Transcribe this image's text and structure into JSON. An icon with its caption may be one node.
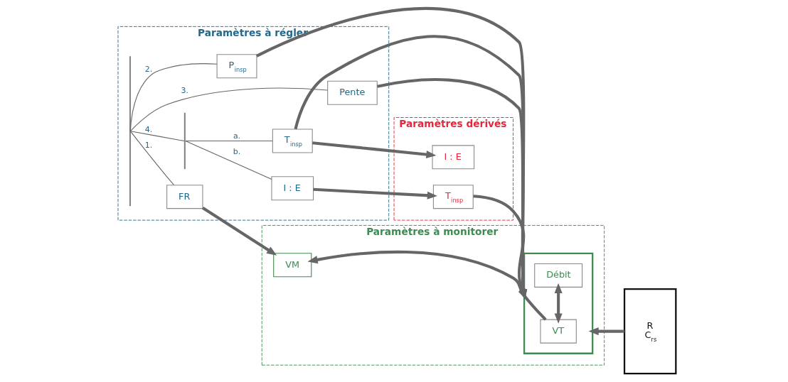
{
  "diagram": {
    "nodes": [
      {
        "text": [
          "Paramètres à régler"
        ]
      },
      {
        "text": [
          "Paramètres dérivés"
        ]
      },
      {
        "text": [
          "Paramètres à monitorer"
        ]
      },
      {
        "text": [],
        "shape": "bar",
        "in": 0
      },
      {
        "text": [
          "FR"
        ],
        "in": 0
      },
      {
        "text": [
          "P$_{insp}$"
        ],
        "in": 0
      },
      {
        "text": [
          "Pente"
        ],
        "in": 0
      },
      {
        "text": [],
        "shape": "bar",
        "in": 0
      },
      {
        "text": [
          "T$_{insp}$"
        ],
        "in": 0
      },
      {
        "text": [
          "I : E"
        ],
        "in": 0
      },
      {
        "text": [
          "I : E"
        ],
        "in": 1
      },
      {
        "text": [
          "T$_{insp}$"
        ],
        "in": 1
      },
      {
        "text": [
          "VM"
        ],
        "in": 2
      },
      {
        "text": [],
        "shape": "box",
        "in": 2
      },
      {
        "text": [
          "VT"
        ],
        "in": 13
      },
      {
        "text": [
          "Débit"
        ],
        "in": 13
      },
      {
        "text": [
          "R",
          "C$_{rs}$"
        ]
      }
    ],
    "edges": [
      {
        "from": 3,
        "to": 4,
        "arrow": "none",
        "label": "1."
      },
      {
        "from": 3,
        "to": 5,
        "arrow": "none",
        "label": "2."
      },
      {
        "from": 3,
        "to": 6,
        "arrow": "none",
        "label": "3."
      },
      {
        "from": 3,
        "to": 7,
        "arrow": "none",
        "label": "4."
      },
      {
        "from": 7,
        "to": 8,
        "arrow": "none",
        "label": "a."
      },
      {
        "from": 7,
        "to": 9,
        "arrow": "none",
        "label": "b."
      },
      {
        "from": 4,
        "to": 12,
        "arrow": "to"
      },
      {
        "from": 5,
        "to": 13,
        "arrow": "to"
      },
      {
        "from": 6,
        "to": 13,
        "arrow": "to"
      },
      {
        "from": 8,
        "to": 13,
        "arrow": "to"
      },
      {
        "from": 8,
        "to": 10,
        "arrow": "to"
      },
      {
        "from": 9,
        "to": 11,
        "arrow": "to"
      },
      {
        "from": 11,
        "to": 13,
        "arrow": "to"
      },
      {
        "from": 14,
        "to": 12,
        "arrow": "to"
      },
      {
        "from": 14,
        "to": 15,
        "arrow": "both"
      },
      {
        "from": 16,
        "to": 13,
        "arrow": "to"
      }
    ]
  }
}
